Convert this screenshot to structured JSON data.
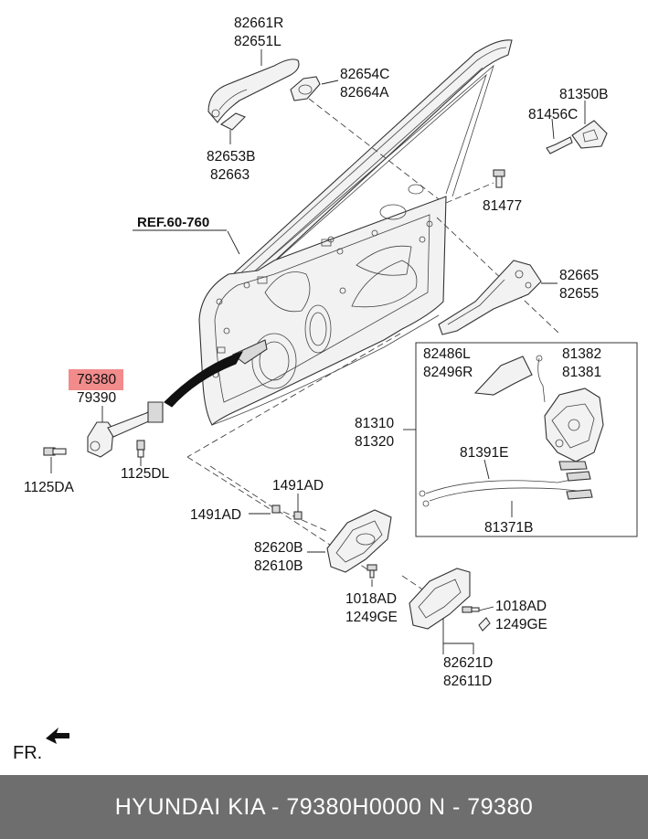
{
  "diagram": {
    "reference": "REF.60-760",
    "highlight_color": "#f28b8b",
    "labels": {
      "l82661R": "82661R",
      "l82651L": "82651L",
      "l82654C": "82654C",
      "l82664A": "82664A",
      "l82653B": "82653B",
      "l82663": "82663",
      "l81350B": "81350B",
      "l81456C": "81456C",
      "l81477": "81477",
      "l82665": "82665",
      "l82655": "82655",
      "l82486L": "82486L",
      "l82496R": "82496R",
      "l81382": "81382",
      "l81381": "81381",
      "l81310": "81310",
      "l81320": "81320",
      "l81391E": "81391E",
      "l81371B": "81371B",
      "l79380": "79380",
      "l79390": "79390",
      "l1125DA": "1125DA",
      "l1125DL": "1125DL",
      "l1491AD_a": "1491AD",
      "l1491AD_b": "1491AD",
      "l82620B": "82620B",
      "l82610B": "82610B",
      "l1018AD_a": "1018AD",
      "l1249GE_a": "1249GE",
      "l1018AD_b": "1018AD",
      "l1249GE_b": "1249GE",
      "l82621D": "82621D",
      "l82611D": "82611D"
    },
    "direction_label": "FR."
  },
  "footer": {
    "text": "HYUNDAI  KIA - 79380H0000      N - 79380",
    "background": "#6e6e6e"
  }
}
